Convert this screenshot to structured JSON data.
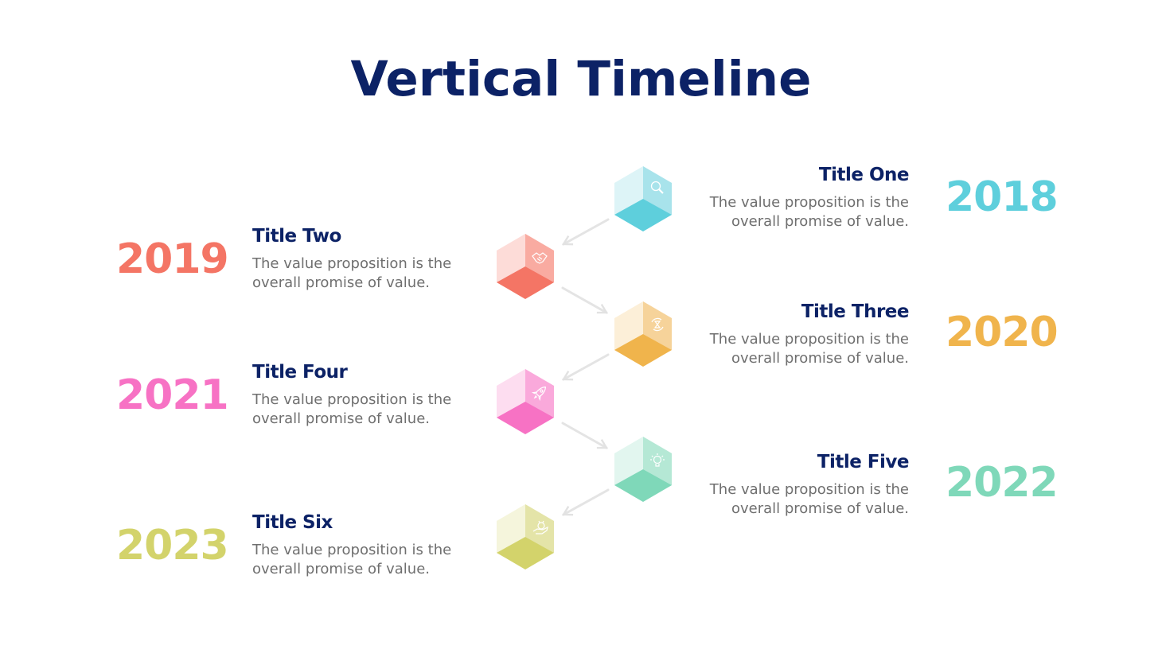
{
  "title": "Vertical Timeline",
  "colors": {
    "title": "#0C2266",
    "arrow": "#e2e2e2",
    "description": "#6f6f6f"
  },
  "items": [
    {
      "year": "2018",
      "title": "Title One",
      "desc_line1": "The value proposition is the",
      "desc_line2": "overall promise of value.",
      "color": "#5ECFDC",
      "light": "#DDF4F7",
      "mid": "#A8E3EB",
      "icon": "search-icon",
      "side": "right"
    },
    {
      "year": "2019",
      "title": "Title Two",
      "desc_line1": "The value proposition is the",
      "desc_line2": "overall promise of value.",
      "color": "#F47565",
      "light": "#FDDCD8",
      "mid": "#F9ABA1",
      "icon": "handshake-icon",
      "side": "left"
    },
    {
      "year": "2020",
      "title": "Title Three",
      "desc_line1": "The value proposition is the",
      "desc_line2": "overall promise of value.",
      "color": "#F0B44C",
      "light": "#FCEFD8",
      "mid": "#F6D39A",
      "icon": "hourglass-cycle-icon",
      "side": "right"
    },
    {
      "year": "2021",
      "title": "Title Four",
      "desc_line1": "The value proposition is the",
      "desc_line2": "overall promise of value.",
      "color": "#F772C4",
      "light": "#FDDDF0",
      "mid": "#FAA9DB",
      "icon": "rocket-icon",
      "side": "left"
    },
    {
      "year": "2022",
      "title": "Title Five",
      "desc_line1": "The value proposition is the",
      "desc_line2": "overall promise of value.",
      "color": "#7FD8B9",
      "light": "#E2F6EF",
      "mid": "#B5E8D5",
      "icon": "lightbulb-icon",
      "side": "right"
    },
    {
      "year": "2023",
      "title": "Title Six",
      "desc_line1": "The value proposition is the",
      "desc_line2": "overall promise of value.",
      "color": "#D3D36B",
      "light": "#F5F5DC",
      "mid": "#E4E4A8",
      "icon": "money-hand-icon",
      "side": "left"
    }
  ]
}
